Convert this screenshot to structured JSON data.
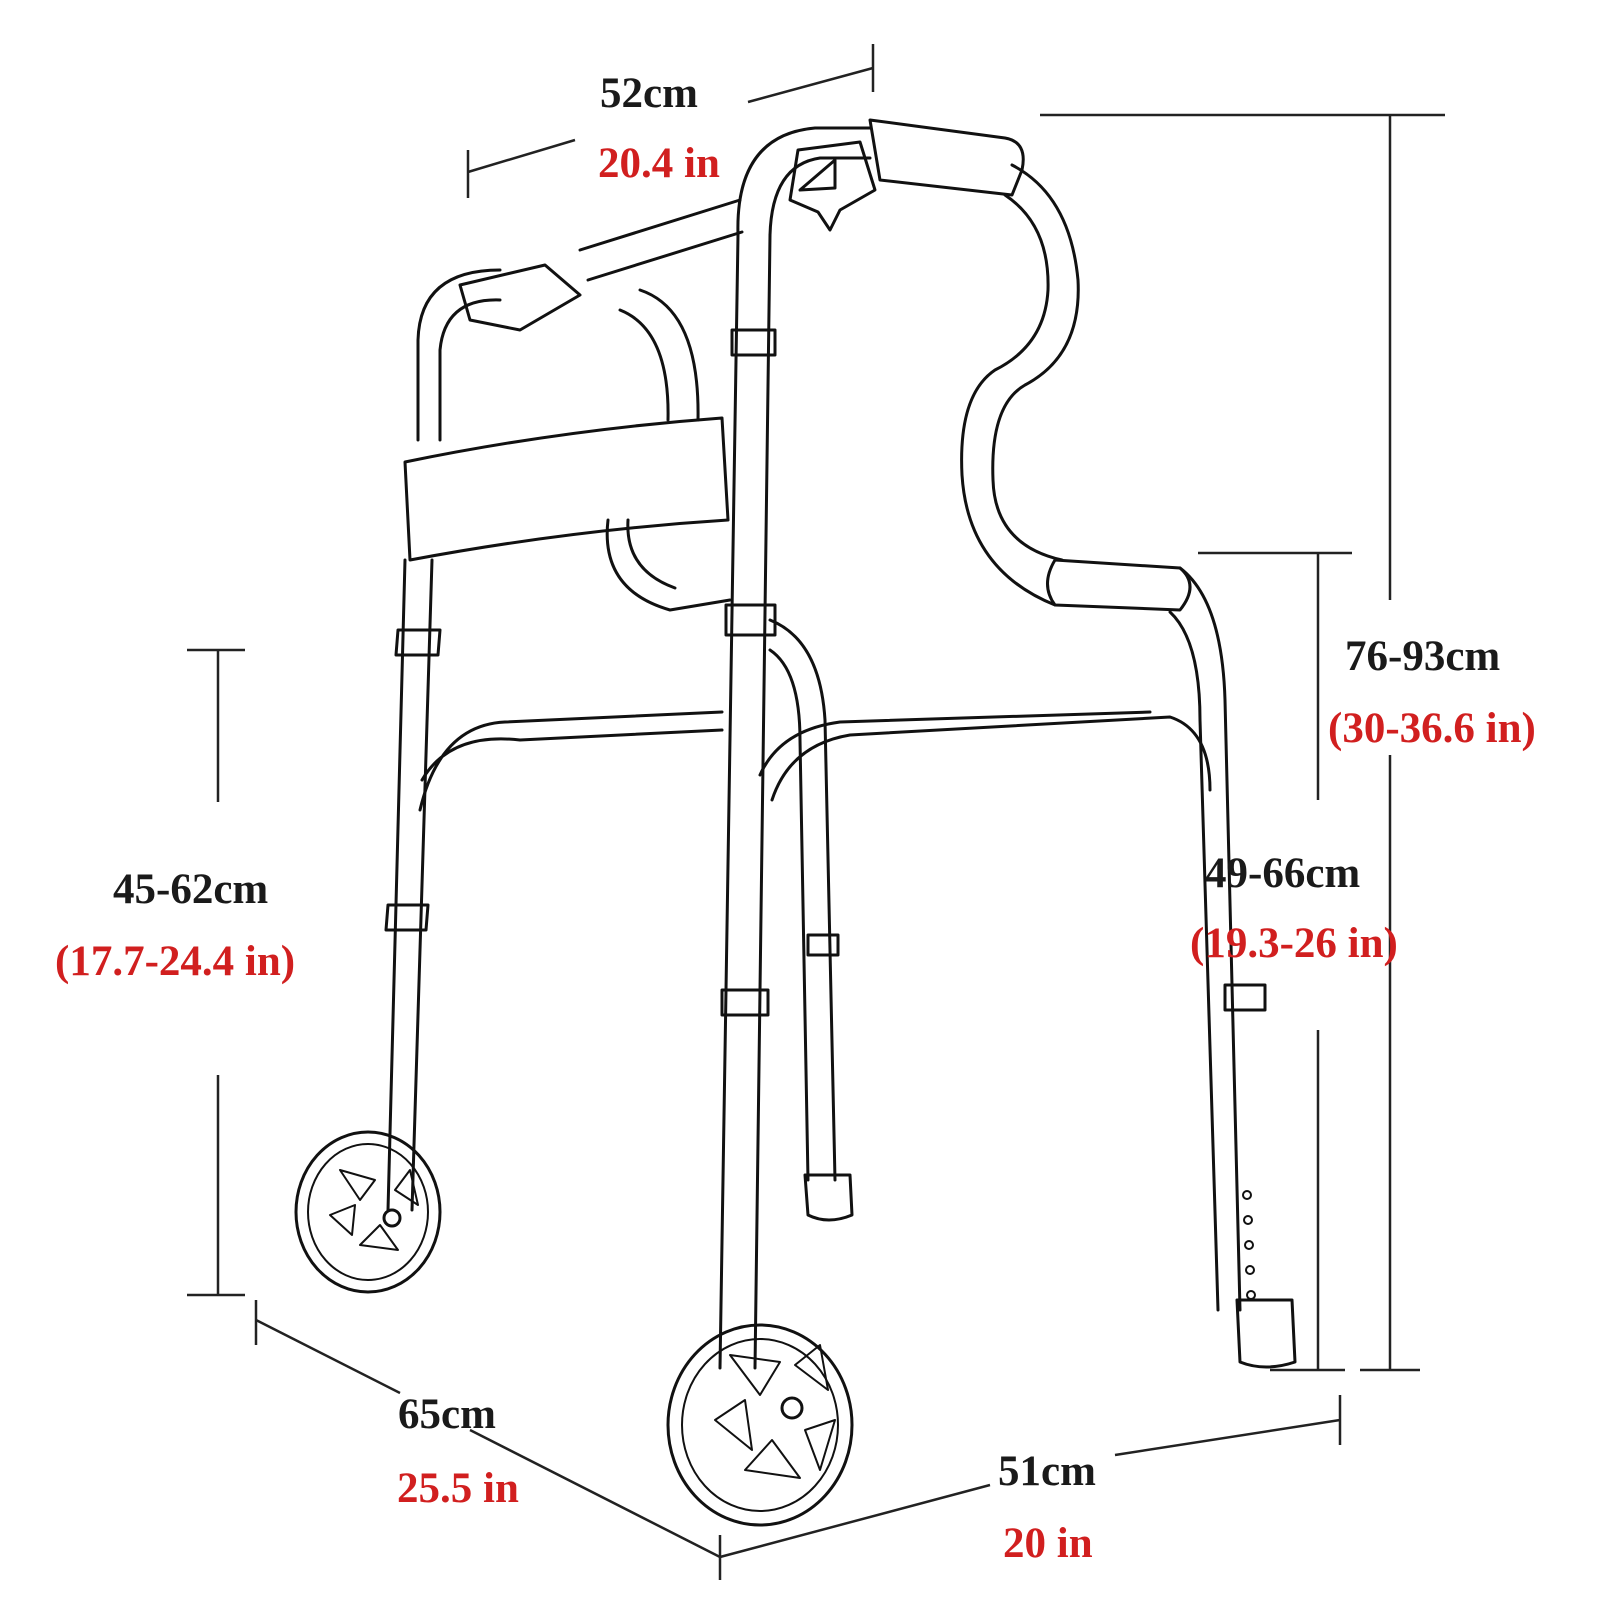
{
  "colors": {
    "metric": "#1a1a1a",
    "imperial": "#d11f1f",
    "line": "#111111",
    "background": "#ffffff"
  },
  "dimensions": {
    "top_width": {
      "cm": "52cm",
      "in": "20.4 in"
    },
    "total_height": {
      "cm": "76-93cm",
      "in": "(30-36.6 in)"
    },
    "seat_height": {
      "cm": "45-62cm",
      "in": "(17.7-24.4 in)"
    },
    "leg_height": {
      "cm": "49-66cm",
      "in": "(19.3-26 in)"
    },
    "depth": {
      "cm": "65cm",
      "in": "25.5 in"
    },
    "front_width": {
      "cm": "51cm",
      "in": "20 in"
    }
  }
}
